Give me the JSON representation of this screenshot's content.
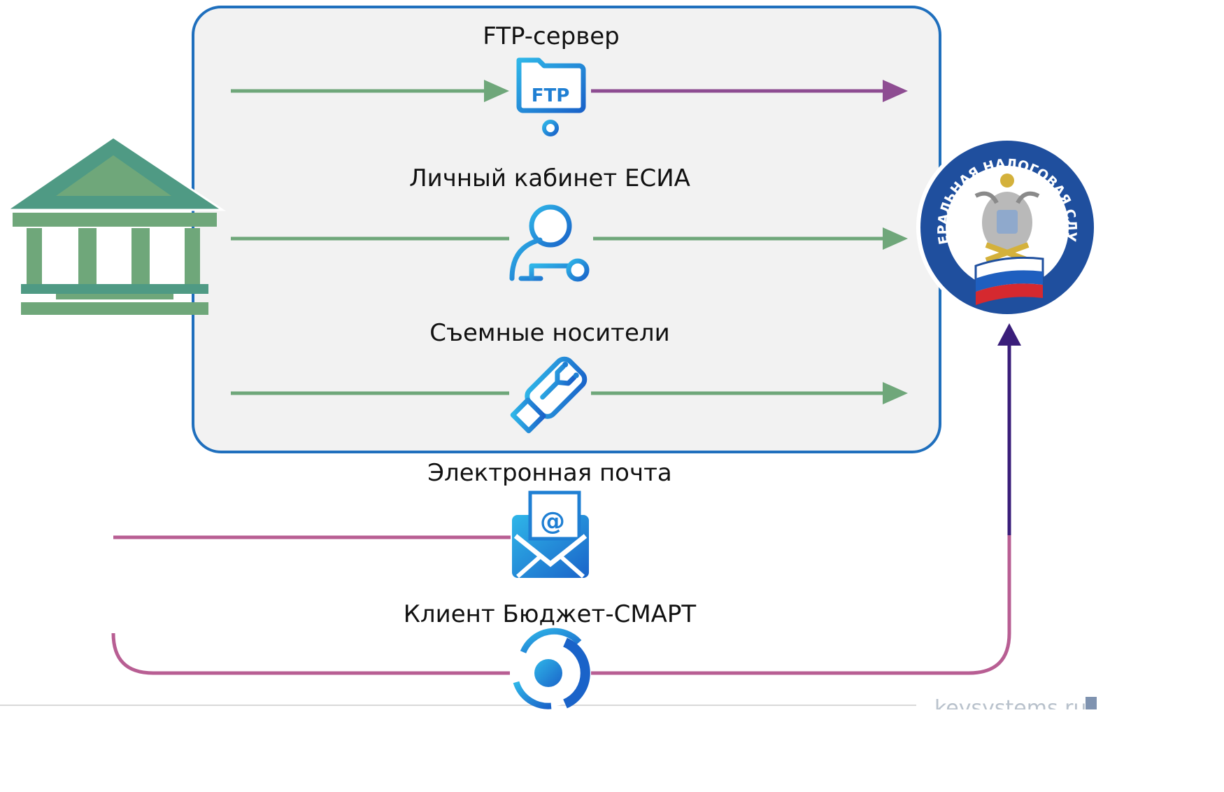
{
  "channels": {
    "ftp": {
      "label": "FTP-сервер",
      "icon": "ftp-server-icon",
      "icon_text": "FTP"
    },
    "esia": {
      "label": "Личный кабинет ЕСИА",
      "icon": "user-key-icon"
    },
    "removable": {
      "label": "Съемные носители",
      "icon": "usb-drive-icon"
    },
    "email": {
      "label": "Электронная почта",
      "icon": "email-envelope-icon"
    },
    "smart": {
      "label": "Клиент Бюджет-СМАРТ",
      "icon": "budget-smart-client-icon"
    }
  },
  "nodes": {
    "institution": {
      "icon": "government-building-icon"
    },
    "fns": {
      "icon": "fns-emblem-icon",
      "emblem_text": "ФЕДЕРАЛЬНАЯ НАЛОГОВАЯ СЛУЖБА"
    }
  },
  "watermark": "keysystems.ru",
  "colors": {
    "green": "#6fa77a",
    "purple": "#8e4d92",
    "pink": "#b85e93",
    "indigo": "#3a1e7a",
    "blue": "#1f7fd3",
    "panel_border": "#1f6fbd",
    "panel_fill": "#f2f2f2"
  }
}
